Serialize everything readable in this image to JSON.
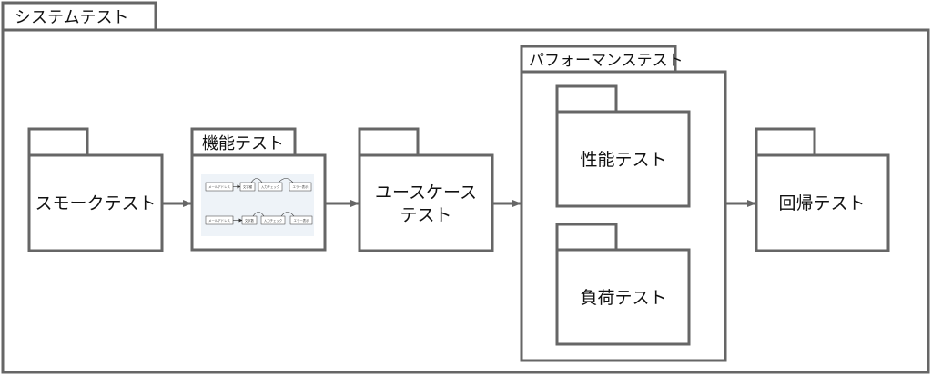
{
  "outer_package": {
    "label": "システムテスト"
  },
  "packages": {
    "smoke": {
      "label": "スモークテスト"
    },
    "functional": {
      "label": "機能テスト",
      "thumbnail": {
        "row1": [
          "メールアドレス",
          "文字種",
          "入力チェック",
          "エラー表示"
        ],
        "row2": [
          "メールアドレス",
          "文字数",
          "入力チェック",
          "エラー表示"
        ]
      }
    },
    "usecase": {
      "label_line1": "ユースケース",
      "label_line2": "テスト"
    },
    "performance": {
      "label": "パフォーマンステスト",
      "children": {
        "capability": {
          "label": "性能テスト"
        },
        "load": {
          "label": "負荷テスト"
        }
      }
    },
    "regression": {
      "label": "回帰テスト"
    }
  },
  "colors": {
    "border": "#666666",
    "text": "#111111",
    "background": "#ffffff",
    "thumbnail_bg": "#eef3f8",
    "thumbnail_line": "#333333"
  }
}
